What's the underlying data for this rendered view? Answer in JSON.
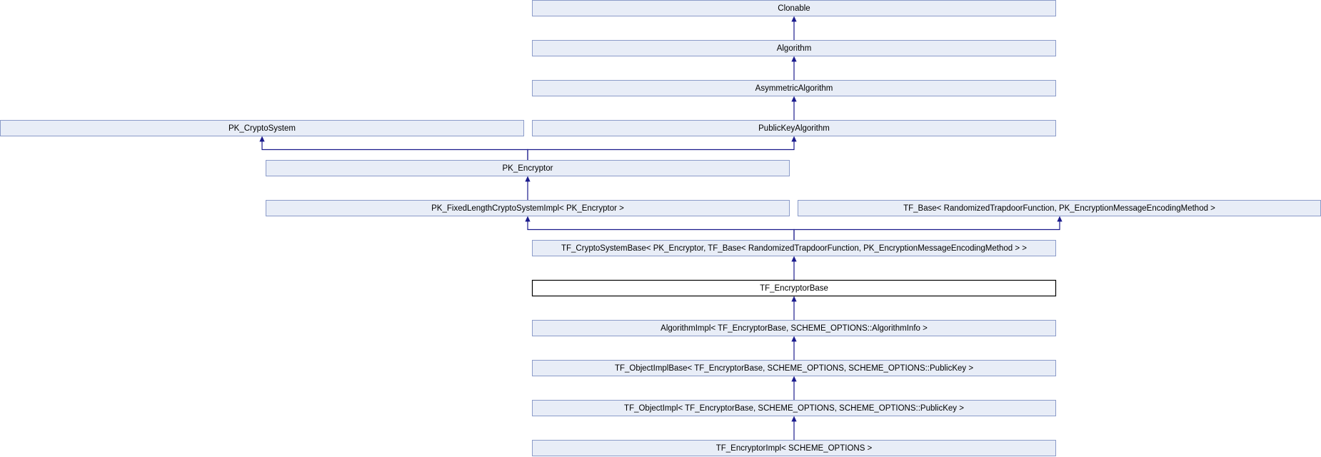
{
  "diagram": {
    "nodes": [
      {
        "id": "clonable",
        "label": "Clonable"
      },
      {
        "id": "algorithm",
        "label": "Algorithm"
      },
      {
        "id": "asymmetric",
        "label": "AsymmetricAlgorithm"
      },
      {
        "id": "pk_cryptosystem",
        "label": "PK_CryptoSystem"
      },
      {
        "id": "publickeyalgorithm",
        "label": "PublicKeyAlgorithm"
      },
      {
        "id": "pk_encryptor",
        "label": "PK_Encryptor"
      },
      {
        "id": "pk_fixedlength",
        "label": "PK_FixedLengthCryptoSystemImpl< PK_Encryptor >"
      },
      {
        "id": "tf_base",
        "label": "TF_Base< RandomizedTrapdoorFunction, PK_EncryptionMessageEncodingMethod >"
      },
      {
        "id": "tf_cryptosystembase",
        "label": "TF_CryptoSystemBase< PK_Encryptor, TF_Base< RandomizedTrapdoorFunction, PK_EncryptionMessageEncodingMethod > >"
      },
      {
        "id": "tf_encryptorbase",
        "label": "TF_EncryptorBase",
        "current": true
      },
      {
        "id": "algorithmimpl",
        "label": "AlgorithmImpl< TF_EncryptorBase, SCHEME_OPTIONS::AlgorithmInfo >"
      },
      {
        "id": "tf_objectimplbase",
        "label": "TF_ObjectImplBase< TF_EncryptorBase, SCHEME_OPTIONS, SCHEME_OPTIONS::PublicKey >"
      },
      {
        "id": "tf_objectimpl",
        "label": "TF_ObjectImpl< TF_EncryptorBase, SCHEME_OPTIONS, SCHEME_OPTIONS::PublicKey >"
      },
      {
        "id": "tf_encryptorimpl",
        "label": "TF_EncryptorImpl< SCHEME_OPTIONS >"
      }
    ],
    "edges": [
      {
        "from": "algorithm",
        "to": "clonable",
        "color": "#1a1a8c"
      },
      {
        "from": "asymmetric",
        "to": "algorithm",
        "color": "#1a1a8c"
      },
      {
        "from": "publickeyalgorithm",
        "to": "asymmetric",
        "color": "#1a1a8c"
      },
      {
        "from": "pk_encryptor",
        "to": "pk_cryptosystem",
        "color": "#1a1a8c"
      },
      {
        "from": "pk_encryptor",
        "to": "publickeyalgorithm",
        "color": "#1a1a8c"
      },
      {
        "from": "pk_fixedlength",
        "to": "pk_encryptor",
        "color": "#1a1a8c"
      },
      {
        "from": "tf_cryptosystembase",
        "to": "pk_fixedlength",
        "color": "#1a1a8c"
      },
      {
        "from": "tf_cryptosystembase",
        "to": "tf_base",
        "color": "#2e9b2e"
      },
      {
        "from": "tf_encryptorbase",
        "to": "tf_cryptosystembase",
        "color": "#1a1a8c"
      },
      {
        "from": "algorithmimpl",
        "to": "tf_encryptorbase",
        "color": "#1a1a8c"
      },
      {
        "from": "tf_objectimplbase",
        "to": "algorithmimpl",
        "color": "#1a1a8c"
      },
      {
        "from": "tf_objectimpl",
        "to": "tf_objectimplbase",
        "color": "#1a1a8c"
      },
      {
        "from": "tf_encryptorimpl",
        "to": "tf_objectimpl",
        "color": "#1a1a8c"
      }
    ]
  }
}
